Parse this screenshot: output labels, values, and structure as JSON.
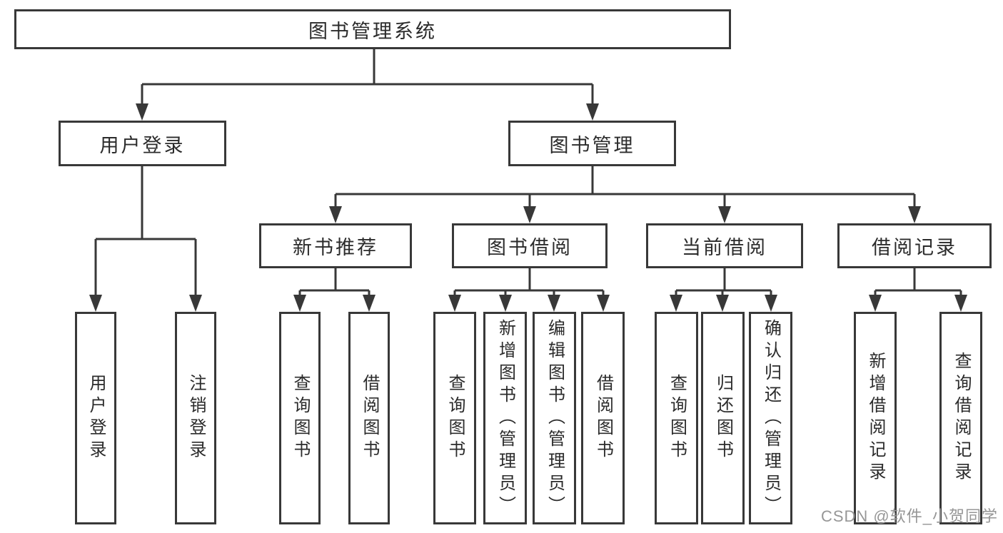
{
  "diagram": {
    "root": {
      "label": "图书管理系统"
    },
    "level1": [
      {
        "label": "用户登录"
      },
      {
        "label": "图书管理"
      }
    ],
    "level2": [
      {
        "label": "新书推荐"
      },
      {
        "label": "图书借阅"
      },
      {
        "label": "当前借阅"
      },
      {
        "label": "借阅记录"
      }
    ],
    "leaves": {
      "login": [
        "用户登录",
        "注销登录"
      ],
      "recommend": [
        "查询图书",
        "借阅图书"
      ],
      "borrow": [
        "查询图书",
        "新增图书（管理员）",
        "编辑图书（管理员）",
        "借阅图书"
      ],
      "current": [
        "查询图书",
        "归还图书",
        "确认归还（管理员）"
      ],
      "record": [
        "新增借阅记录",
        "查询借阅记录"
      ]
    }
  },
  "watermark": {
    "text": "CSDN @软件_小贺同学"
  },
  "colors": {
    "line": "#383838",
    "box_border": "#383838",
    "box_background": "#ffffff",
    "text": "#2b2b2b",
    "watermark_text": "#969696"
  }
}
